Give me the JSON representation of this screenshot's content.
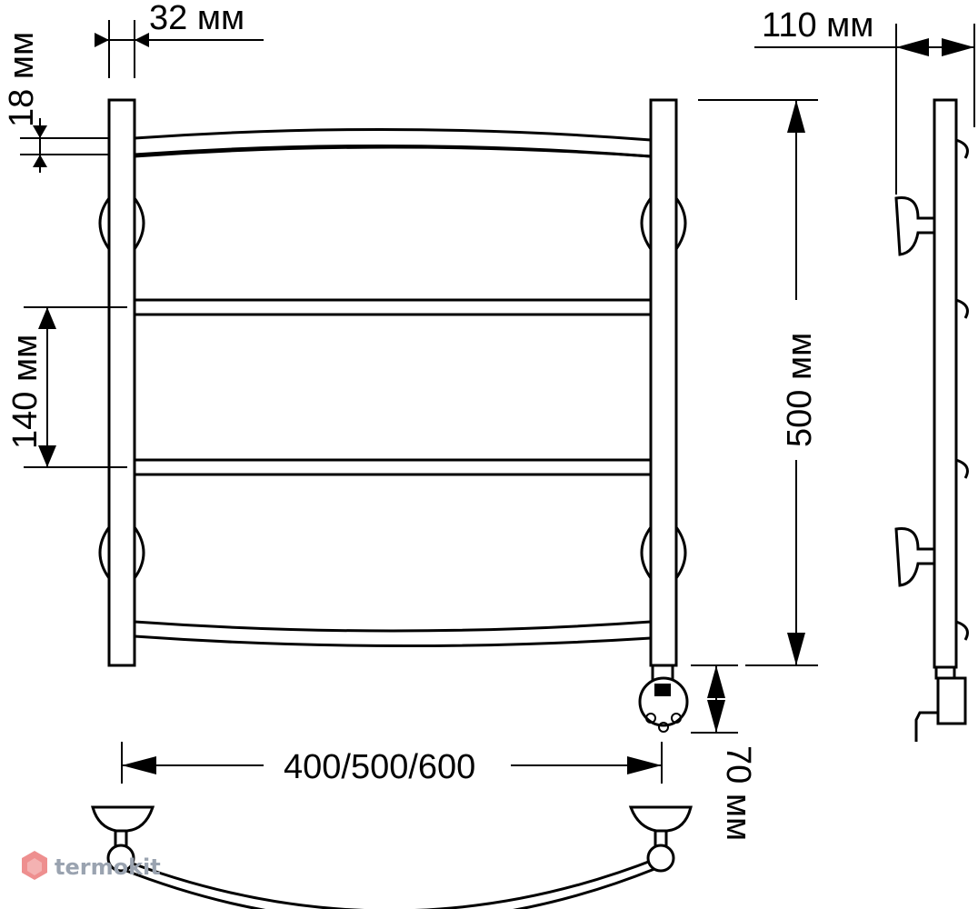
{
  "dimensions": {
    "tube_width": "32 мм",
    "edge_offset": "18 мм",
    "rung_spacing": "140 мм",
    "height": "500 мм",
    "width": "400/500/600",
    "wall_distance": "110 мм",
    "bottom_offset": "70 мм"
  },
  "watermark": {
    "text": "termokit"
  },
  "colors": {
    "line": "#000000",
    "background": "#ffffff",
    "watermark_text": "#9aa3b0",
    "watermark_logo": "#e86a6a"
  }
}
